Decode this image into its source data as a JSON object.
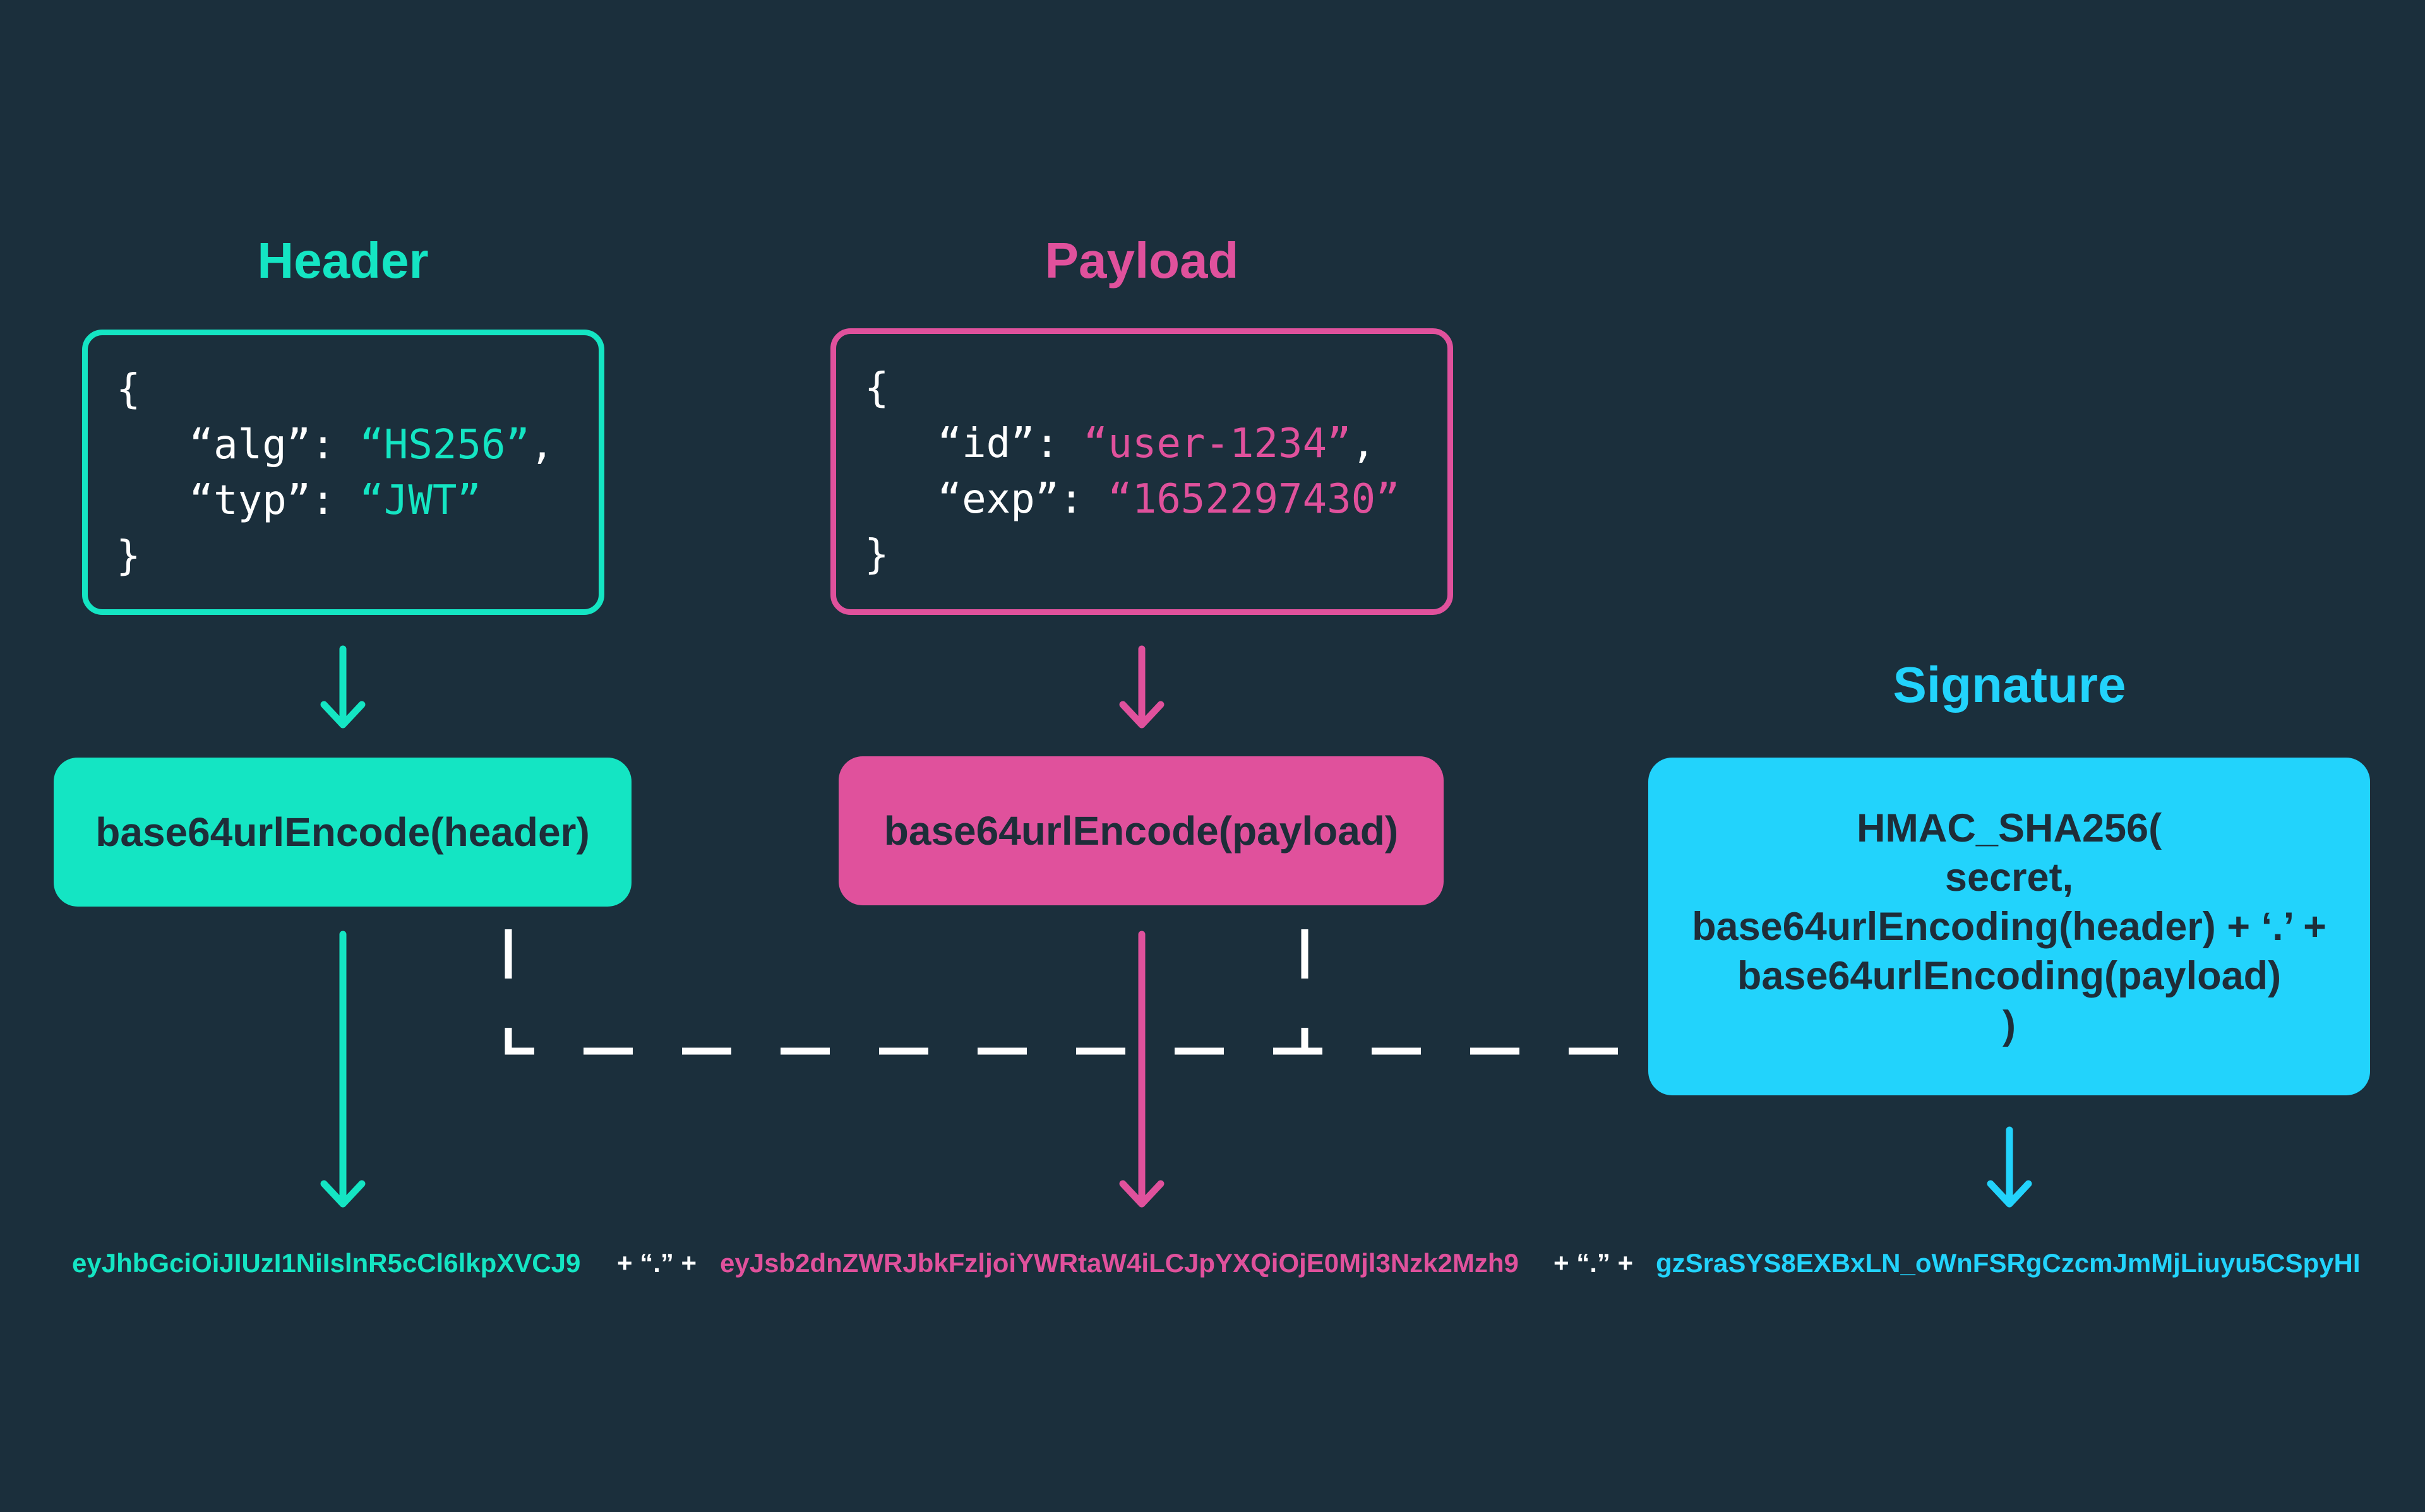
{
  "colors": {
    "background": "#1b2f3c",
    "header": "#14e5c3",
    "payload": "#e0519c",
    "signature": "#22d3fc",
    "dark_text": "#1e2d39",
    "white": "#ffffff"
  },
  "header": {
    "title": "Header",
    "json_open": "{",
    "line1_key": "“alg”: ",
    "line1_value": "“HS256”",
    "line1_tail": ",",
    "line2_key": "“typ”: ",
    "line2_value": "“JWT”",
    "json_close": "}",
    "encode_label": "base64urlEncode(header)",
    "token": "eyJhbGciOiJIUzI1NiIslnR5cCl6lkpXVCJ9"
  },
  "payload": {
    "title": "Payload",
    "json_open": "{",
    "line1_key": "“id”: ",
    "line1_value": "“user-1234”",
    "line1_tail": ",",
    "line2_key": "“exp”: ",
    "line2_value": "“1652297430”",
    "json_close": "}",
    "encode_label": "base64urlEncode(payload)",
    "token": "eyJsb2dnZWRJbkFzljoiYWRtaW4iLCJpYXQiOjE0Mjl3Nzk2Mzh9"
  },
  "signature": {
    "title": "Signature",
    "lines": [
      "HMAC_SHA256(",
      "secret,",
      "base64urlEncoding(header) + ‘.’ +",
      "base64urlEncoding(payload)",
      ")"
    ],
    "token": "gzSraSYS8EXBxLN_oWnFSRgCzcmJmMjLiuyu5CSpyHI"
  },
  "separator": "+ “.” +"
}
